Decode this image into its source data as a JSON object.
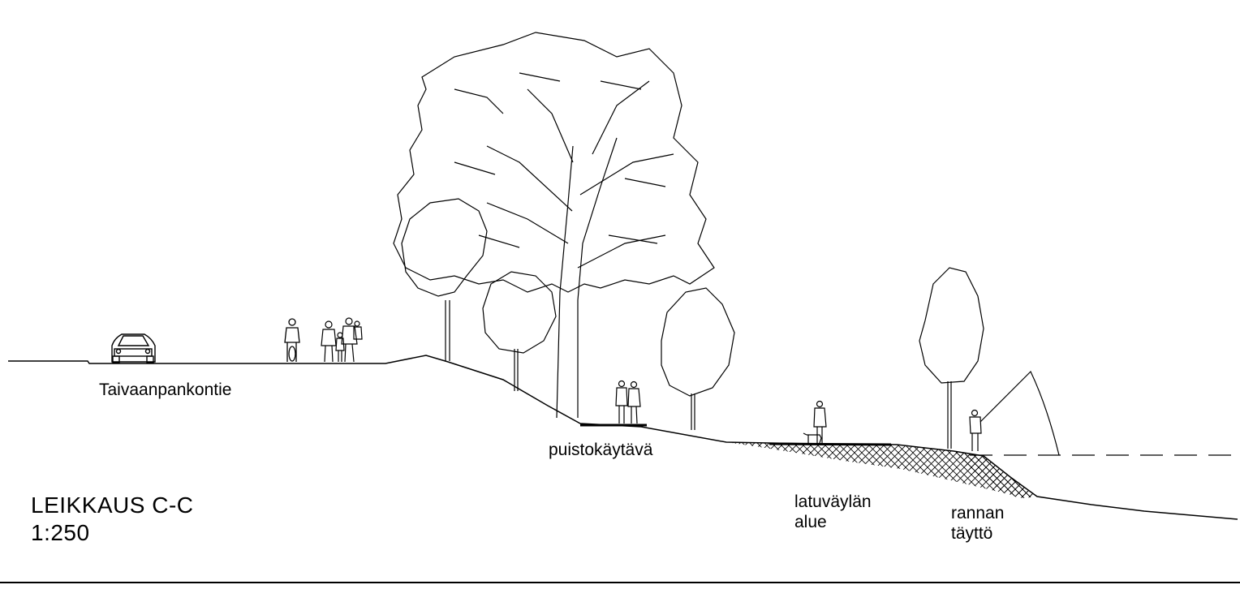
{
  "drawing": {
    "section_title": "LEIKKAUS C-C",
    "scale": "1:250",
    "labels": {
      "road": "Taivaanpankontie",
      "park_path": "puistokäytävä",
      "ski_track_line1": "latuväylän",
      "ski_track_line2": "alue",
      "shore_fill_line1": "rannan",
      "shore_fill_line2": "täyttö"
    }
  },
  "colors": {
    "line": "#000000",
    "background": "#ffffff"
  }
}
